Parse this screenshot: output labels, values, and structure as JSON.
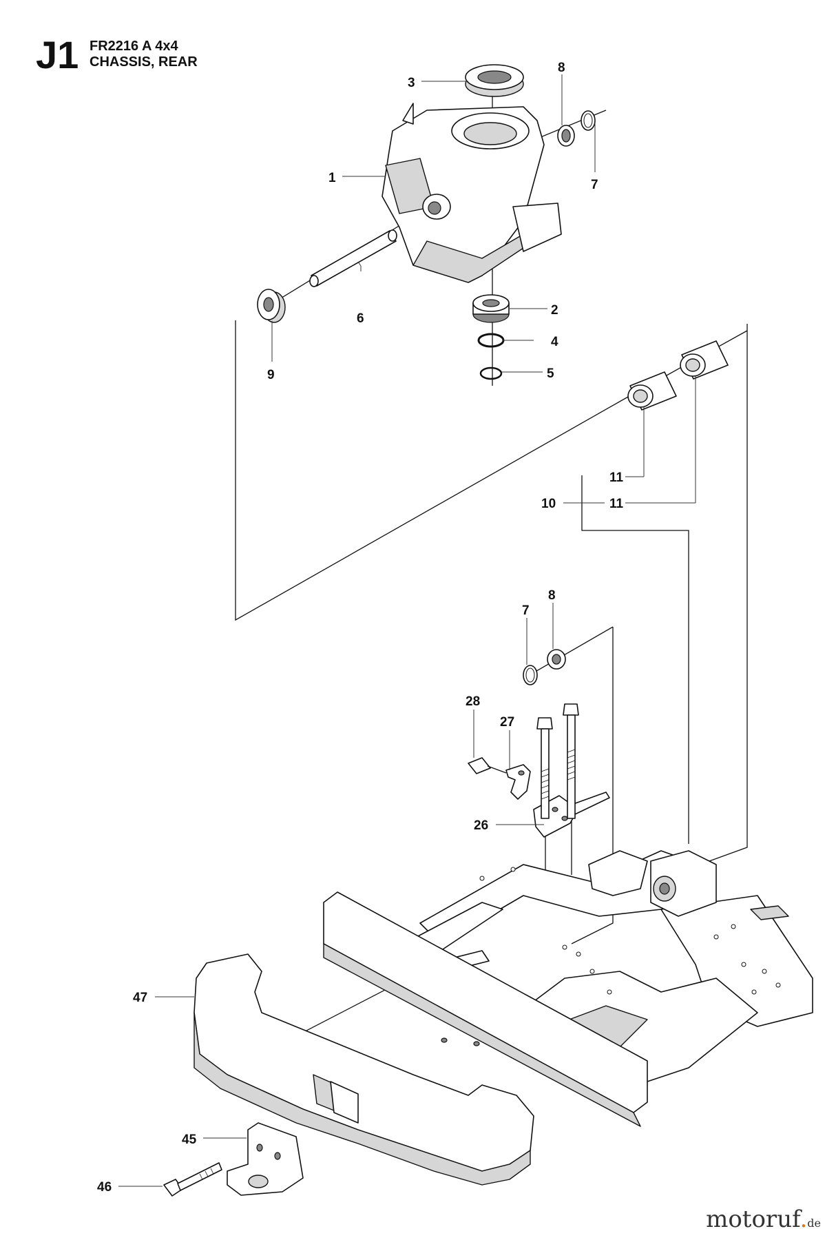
{
  "header": {
    "section_code": "J1",
    "model": "FR2216 A 4x4",
    "title": "CHASSIS, REAR"
  },
  "callouts": [
    {
      "id": "c1",
      "label": "1"
    },
    {
      "id": "c2",
      "label": "2"
    },
    {
      "id": "c3",
      "label": "3"
    },
    {
      "id": "c4",
      "label": "4"
    },
    {
      "id": "c5",
      "label": "5"
    },
    {
      "id": "c6",
      "label": "6"
    },
    {
      "id": "c7a",
      "label": "7"
    },
    {
      "id": "c8a",
      "label": "8"
    },
    {
      "id": "c9",
      "label": "9"
    },
    {
      "id": "c10",
      "label": "10"
    },
    {
      "id": "c11a",
      "label": "11"
    },
    {
      "id": "c11b",
      "label": "11"
    },
    {
      "id": "c7b",
      "label": "7"
    },
    {
      "id": "c8b",
      "label": "8"
    },
    {
      "id": "c26",
      "label": "26"
    },
    {
      "id": "c27",
      "label": "27"
    },
    {
      "id": "c28",
      "label": "28"
    },
    {
      "id": "c45",
      "label": "45"
    },
    {
      "id": "c46",
      "label": "46"
    },
    {
      "id": "c47",
      "label": "47"
    }
  ],
  "brand": {
    "name_a": "motoruf",
    "dot": ".",
    "tld": "de"
  }
}
